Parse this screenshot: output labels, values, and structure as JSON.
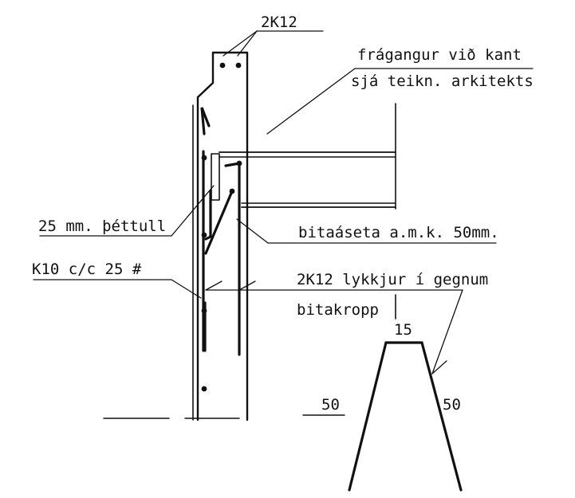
{
  "labels": {
    "top_rebar": "2K12",
    "edge_finish_1": "frágangur við kant",
    "edge_finish_2": "sjá teikn. arkitekts",
    "seal": "25 mm. þéttull",
    "bearing": "bitaáseta a.m.k. 50mm.",
    "stirrups": "K10 c/c 25 #",
    "loops_1": "2K12 lykkjur í gegnum",
    "loops_2": "bitakropp",
    "dim_top": "15",
    "dim_left": "50",
    "dim_right": "50"
  }
}
